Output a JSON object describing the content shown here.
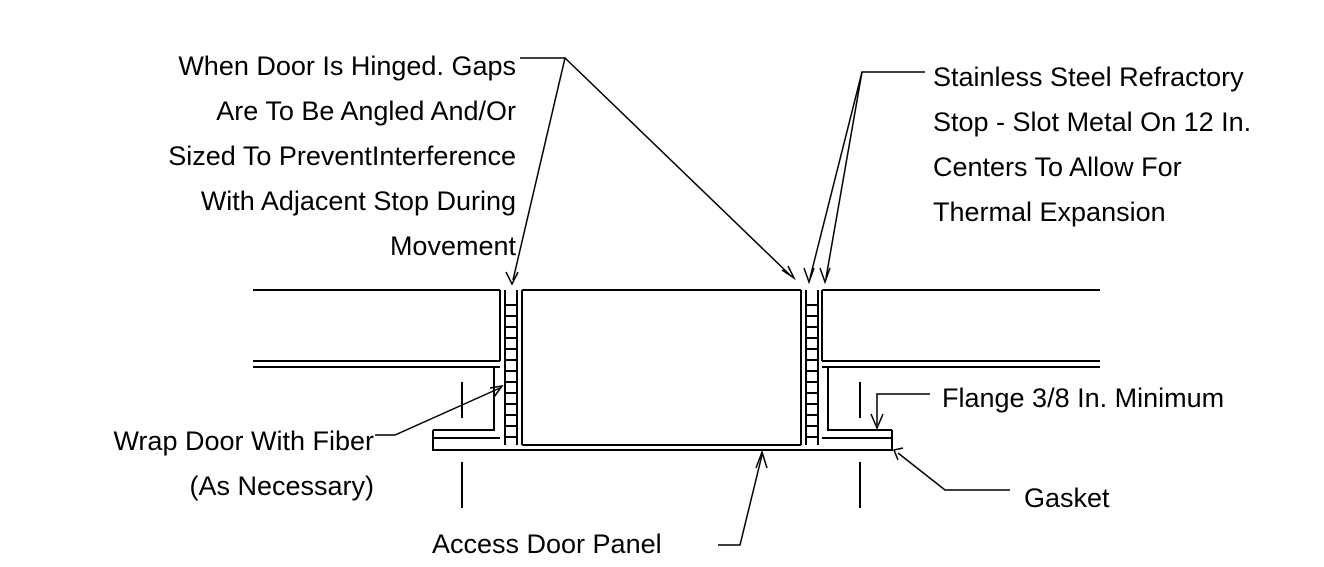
{
  "labels": {
    "hinged_gaps": [
      "When Door Is Hinged. Gaps",
      "Are To Be Angled And/Or",
      "Sized To PreventInterference",
      "With Adjacent Stop During",
      "Movement"
    ],
    "stainless_stop": [
      "Stainless Steel Refractory",
      "Stop - Slot Metal On 12 In.",
      "Centers To Allow For",
      "Thermal Expansion"
    ],
    "flange": "Flange 3/8 In. Minimum",
    "wrap_fiber": [
      "Wrap Door With Fiber",
      "(As Necessary)"
    ],
    "gasket": "Gasket",
    "access_panel": "Access Door Panel"
  },
  "colors": {
    "line": "#000000",
    "background": "#ffffff"
  }
}
